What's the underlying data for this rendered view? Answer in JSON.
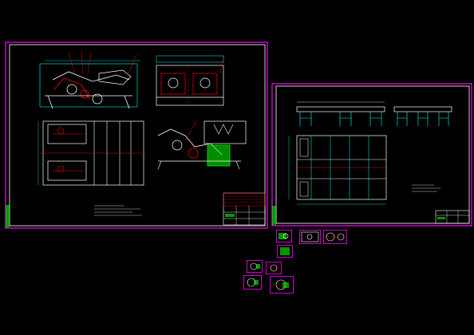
{
  "window": {
    "title": ""
  },
  "colors": {
    "background": "#000000",
    "border": "#ff00ff",
    "white": "#ffffff",
    "cyan": "#00ffff",
    "red": "#ff0000",
    "green": "#00ff00",
    "yellow": "#ffff00"
  },
  "sheets": [
    {
      "id": "main-assembly",
      "title_block": {
        "cells": []
      }
    },
    {
      "id": "frame-drawing",
      "title_block": {
        "cells": []
      }
    }
  ],
  "thumbnails": [
    {
      "id": "part-a"
    },
    {
      "id": "part-b"
    },
    {
      "id": "part-c"
    },
    {
      "id": "part-d"
    },
    {
      "id": "part-e"
    },
    {
      "id": "part-f"
    },
    {
      "id": "part-g"
    },
    {
      "id": "part-h"
    }
  ]
}
